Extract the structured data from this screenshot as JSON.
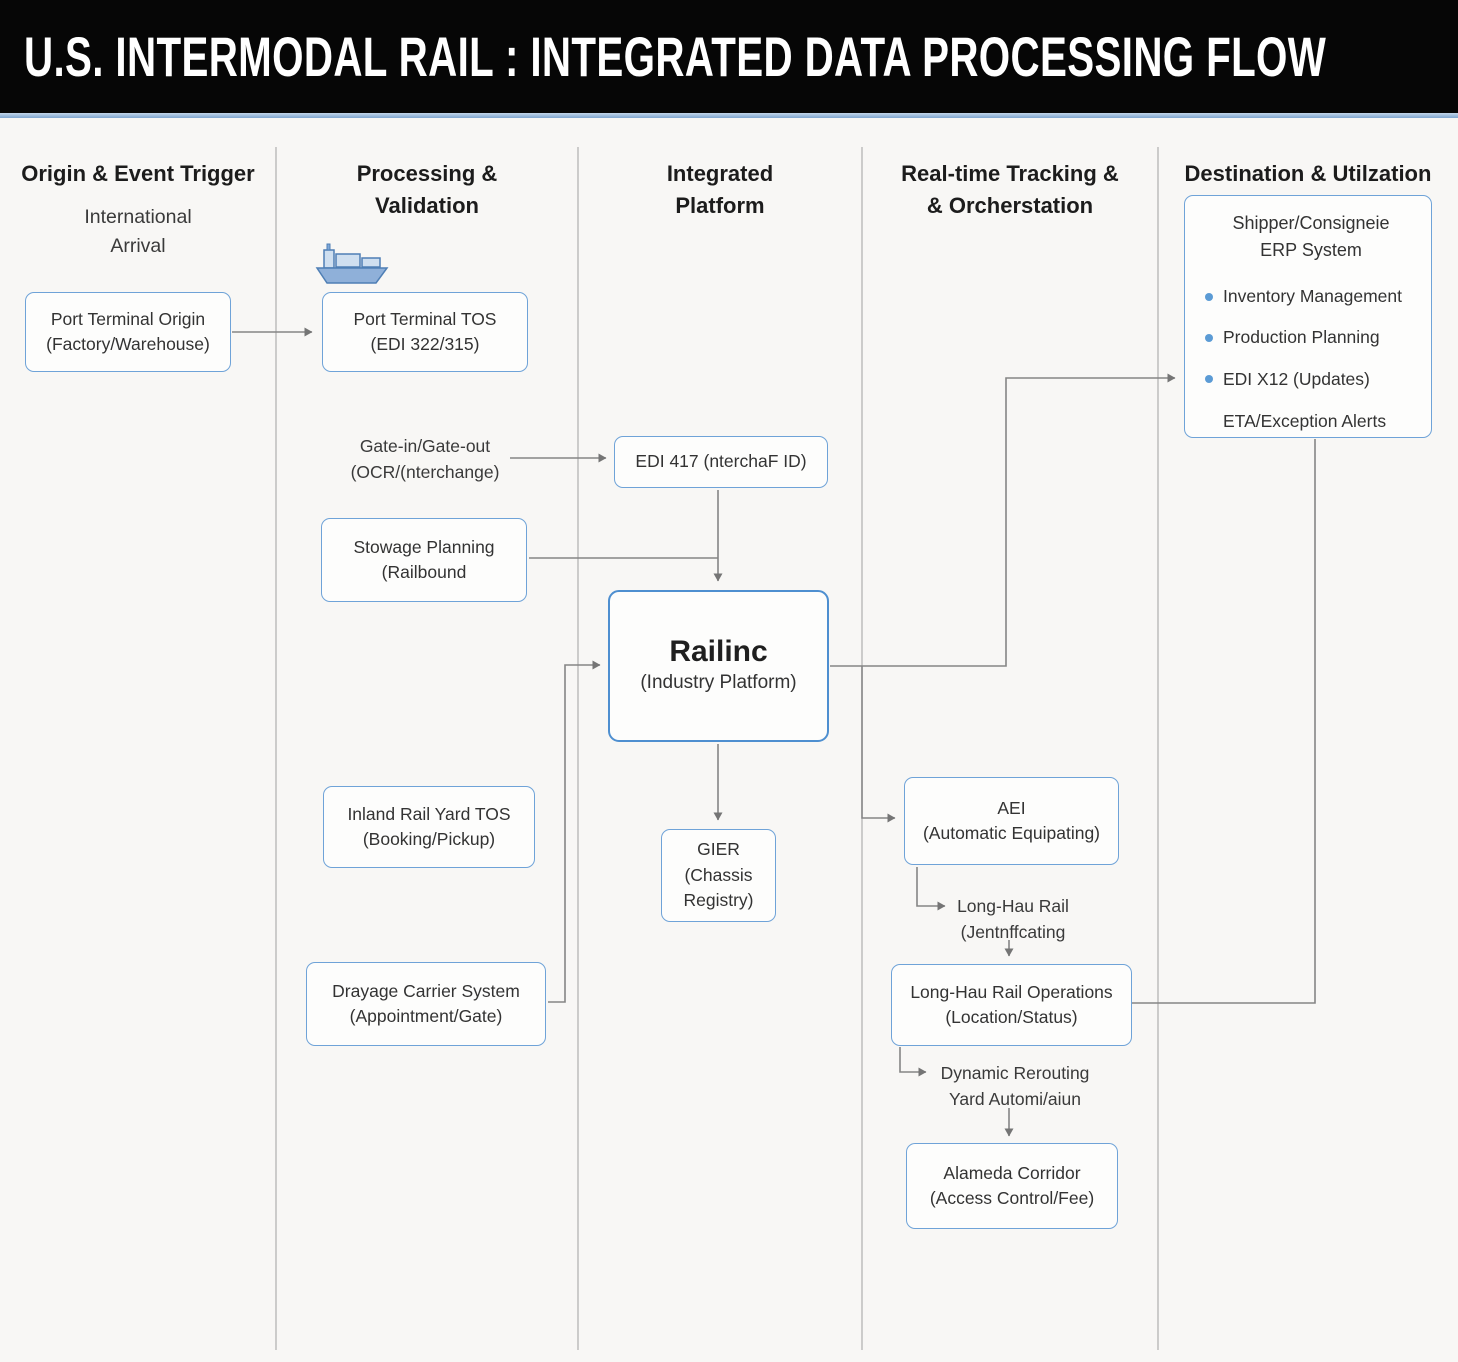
{
  "header": {
    "title": "U.S. INTERMODAL RAIL : INTEGRATED DATA PROCESSING FLOW"
  },
  "columns": [
    {
      "label": "Origin & Event Trigger"
    },
    {
      "label": "Processing &\nValidation"
    },
    {
      "label": "Integrated\nPlatform"
    },
    {
      "label": "Real-time Tracking &\n& Orcherstation"
    },
    {
      "label": "Destination & Utilzation"
    }
  ],
  "labels": {
    "international_arrival": "International\nArrival",
    "gate_in_out": "Gate-in/Gate-out\n(OCR/(nterchange)",
    "long_hau_rail": "Long-Hau Rail\n(Jentnffcating",
    "dynamic_rerouting": "Dynamic Rerouting\nYard Automi/aiun"
  },
  "nodes": {
    "port_origin": "Port Terminal Origin\n(Factory/Warehouse)",
    "port_tos": "Port Terminal TOS\n(EDI 322/315)",
    "edi417": "EDI 417 (nterchaF ID)",
    "stowage": "Stowage Planning\n(Railbound",
    "railinc_title": "Railinc",
    "railinc_subtitle": "(Industry Platform)",
    "inland": "Inland Rail Yard TOS\n(Booking/Pickup)",
    "gier": "GIER\n(Chassis\nRegistry)",
    "drayage": "Drayage Carrier System\n(Appointment/Gate)",
    "aei": "AEI\n(Automatic Equipating)",
    "long_hau_ops": "Long-Hau Rail Operations\n(Location/Status)",
    "alameda": "Alameda Corridor\n(Access Control/Fee)"
  },
  "erp": {
    "title": "Shipper/Consigneie\nERP System",
    "bullets": [
      "Inventory Management",
      "Production Planning",
      "EDI X12 (Updates)"
    ],
    "footer": "ETA/Exception Alerts"
  },
  "icons": {
    "ship": "cargo-ship-icon"
  },
  "colors": {
    "header_bg": "#060606",
    "accent_blue": "#5b9bd5",
    "bullet_blue": "#5b9bd5",
    "connector_gray": "#858585"
  },
  "edges": [
    "port_origin -> port_tos",
    "gate_in_out -> edi417",
    "edi417 -> railinc",
    "stowage -> railinc",
    "drayage -> railinc",
    "railinc -> gier",
    "railinc -> erp (EDI X12 Updates)",
    "railinc -> aei",
    "aei -> long_hau_rail",
    "long_hau_rail -> long_hau_ops",
    "long_hau_ops -> dynamic_rerouting",
    "dynamic_rerouting -> alameda",
    "long_hau_ops -> erp"
  ]
}
